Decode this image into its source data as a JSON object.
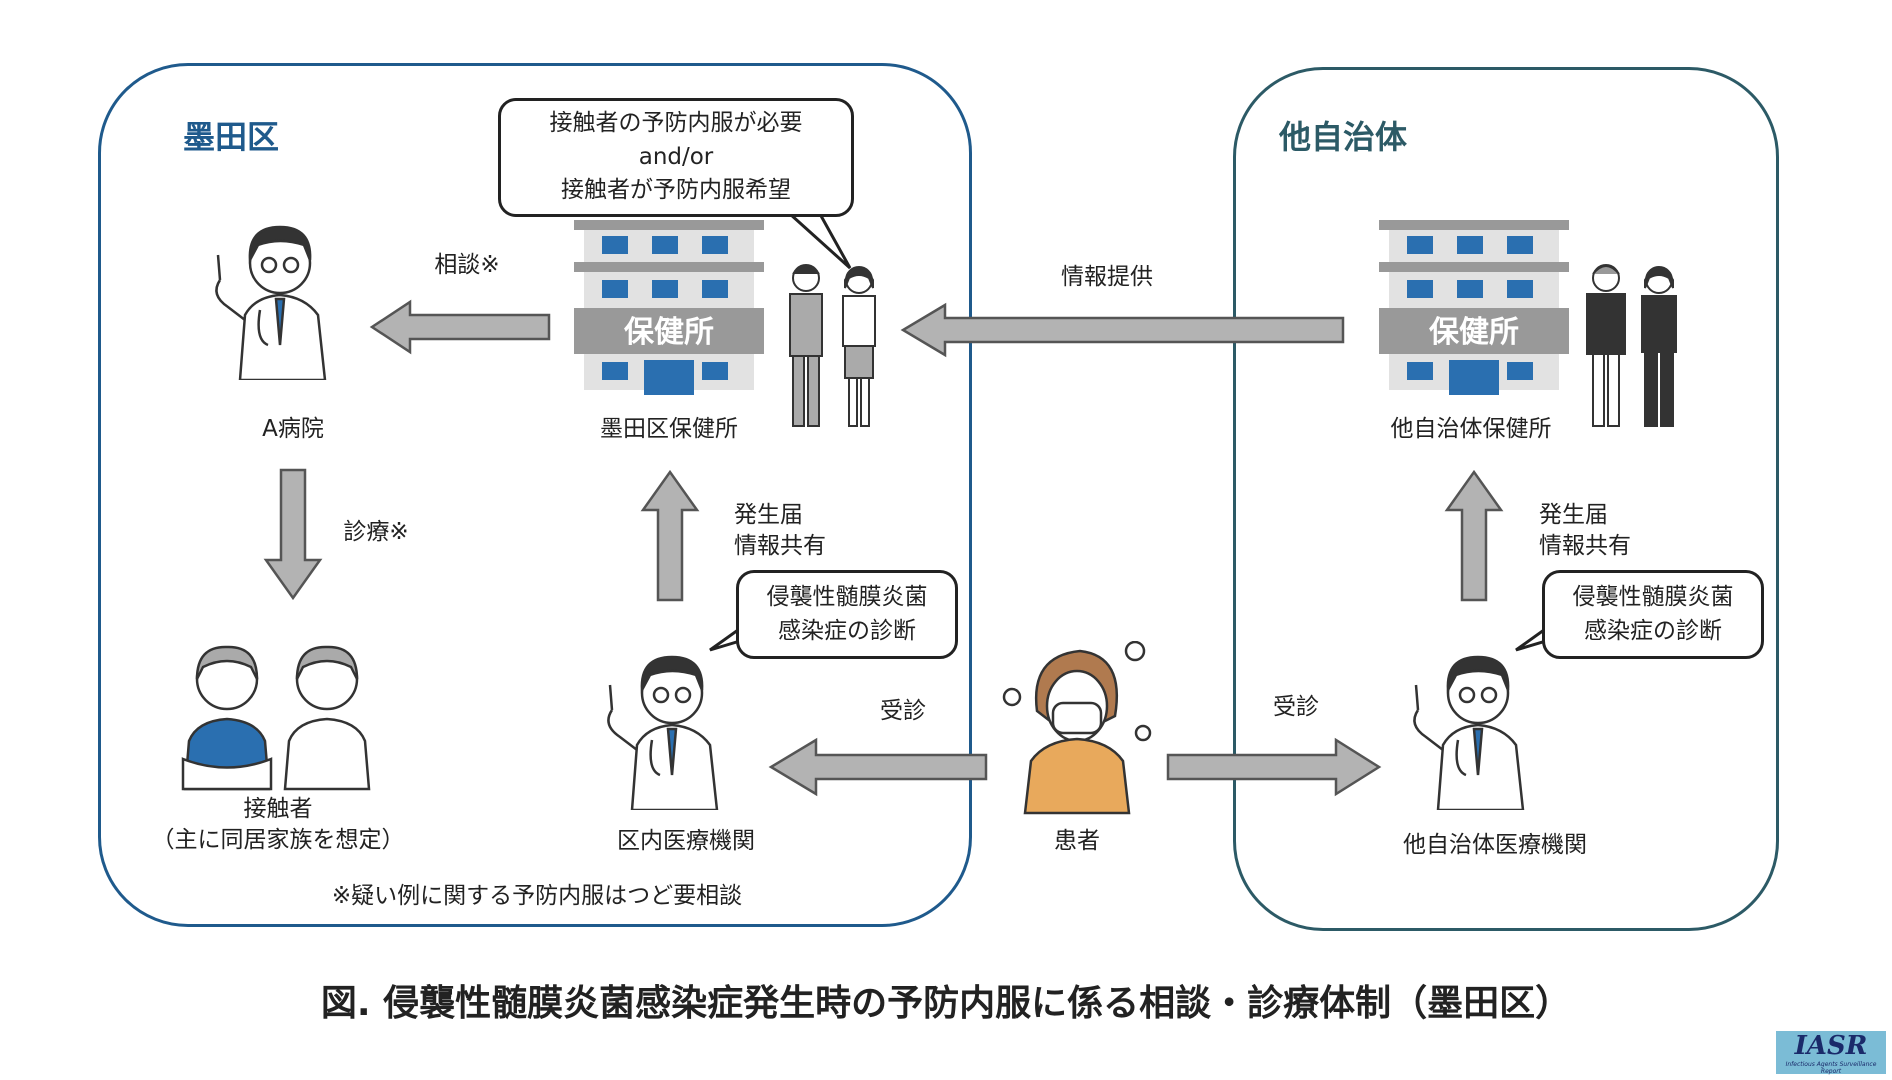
{
  "regions": {
    "left_title": "墨田区",
    "right_title": "他自治体"
  },
  "nodes": {
    "hospital_a": "A病院",
    "sumida_hc": "墨田区保健所",
    "other_hc": "他自治体保健所",
    "contacts": "接触者",
    "contacts_note": "（主に同居家族を想定）",
    "local_clinic": "区内医療機関",
    "patient": "患者",
    "other_clinic": "他自治体医療機関",
    "building_sign": "保健所"
  },
  "arrows": {
    "consult": "相談※",
    "info_provide": "情報提供",
    "treatment": "診療※",
    "report_line1": "発生届",
    "report_line2": "情報共有",
    "visit_left": "受診",
    "visit_right": "受診",
    "report2_line1": "発生届",
    "report2_line2": "情報共有"
  },
  "bubbles": {
    "hc_line1": "接触者の予防内服が必要",
    "hc_line2": "and/or",
    "hc_line3": "接触者が予防内服希望",
    "diag_line1": "侵襲性髄膜炎菌",
    "diag_line2": "感染症の診断",
    "diag2_line1": "侵襲性髄膜炎菌",
    "diag2_line2": "感染症の診断"
  },
  "footnote": "※疑い例に関する予防内服はつど要相談",
  "caption": "図. 侵襲性髄膜炎菌感染症発生時の予防内服に係る相談・診療体制（墨田区）",
  "logo": {
    "main": "IASR",
    "sub": "Infectious Agents Surveillance Report"
  },
  "colors": {
    "sumida": "#1f5a8c",
    "other": "#2c5a66",
    "arrow": "#b3b3b3",
    "window": "#2a6fb0",
    "patient_shirt": "#e8a95c"
  }
}
